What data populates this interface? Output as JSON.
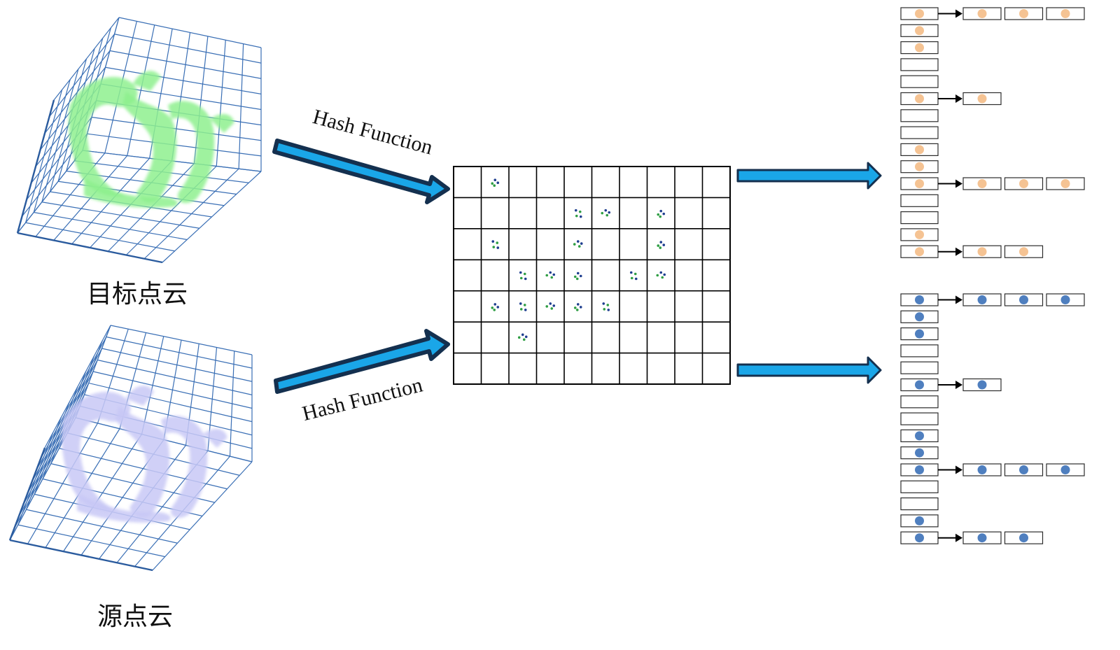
{
  "labels": {
    "target_cloud": "目标点云",
    "source_cloud": "源点云",
    "hash_function_top": "Hash  Function",
    "hash_function_bottom": "Hash Function"
  },
  "colors": {
    "target_point": "#f5c393",
    "source_point": "#4f7fbf",
    "arrow_fill": "#1aa6e8",
    "arrow_outline": "#14304f",
    "grid_line": "#000000",
    "box_border": "#2b2b2b",
    "cube_grid": "#3a6fb5",
    "target_dragon": "#8ef08e",
    "source_dragon": "#c8c8f6",
    "grid_dot_green": "#2f9e44",
    "grid_dot_blue": "#1f3f8f"
  },
  "hash_grid": {
    "rows": 7,
    "cols": 10,
    "occupied_cells": [
      [
        0,
        1
      ],
      [
        1,
        4
      ],
      [
        1,
        5
      ],
      [
        1,
        7
      ],
      [
        2,
        1
      ],
      [
        2,
        4
      ],
      [
        2,
        7
      ],
      [
        3,
        2
      ],
      [
        3,
        3
      ],
      [
        3,
        4
      ],
      [
        3,
        6
      ],
      [
        3,
        7
      ],
      [
        4,
        1
      ],
      [
        4,
        2
      ],
      [
        4,
        3
      ],
      [
        4,
        4
      ],
      [
        4,
        5
      ],
      [
        5,
        2
      ]
    ]
  },
  "buckets": {
    "target": [
      {
        "filled": true,
        "chain": 3
      },
      {
        "filled": true,
        "chain": 0
      },
      {
        "filled": true,
        "chain": 0
      },
      {
        "filled": false,
        "chain": 0
      },
      {
        "filled": false,
        "chain": 0
      },
      {
        "filled": true,
        "chain": 1
      },
      {
        "filled": false,
        "chain": 0
      },
      {
        "filled": false,
        "chain": 0
      },
      {
        "filled": true,
        "chain": 0
      },
      {
        "filled": true,
        "chain": 0
      },
      {
        "filled": true,
        "chain": 3
      },
      {
        "filled": false,
        "chain": 0
      },
      {
        "filled": false,
        "chain": 0
      },
      {
        "filled": true,
        "chain": 0
      },
      {
        "filled": true,
        "chain": 2
      }
    ],
    "source": [
      {
        "filled": true,
        "chain": 3
      },
      {
        "filled": true,
        "chain": 0
      },
      {
        "filled": true,
        "chain": 0
      },
      {
        "filled": false,
        "chain": 0
      },
      {
        "filled": false,
        "chain": 0
      },
      {
        "filled": true,
        "chain": 1
      },
      {
        "filled": false,
        "chain": 0
      },
      {
        "filled": false,
        "chain": 0
      },
      {
        "filled": true,
        "chain": 0
      },
      {
        "filled": true,
        "chain": 0
      },
      {
        "filled": true,
        "chain": 3
      },
      {
        "filled": false,
        "chain": 0
      },
      {
        "filled": false,
        "chain": 0
      },
      {
        "filled": true,
        "chain": 0
      },
      {
        "filled": true,
        "chain": 2
      }
    ]
  }
}
